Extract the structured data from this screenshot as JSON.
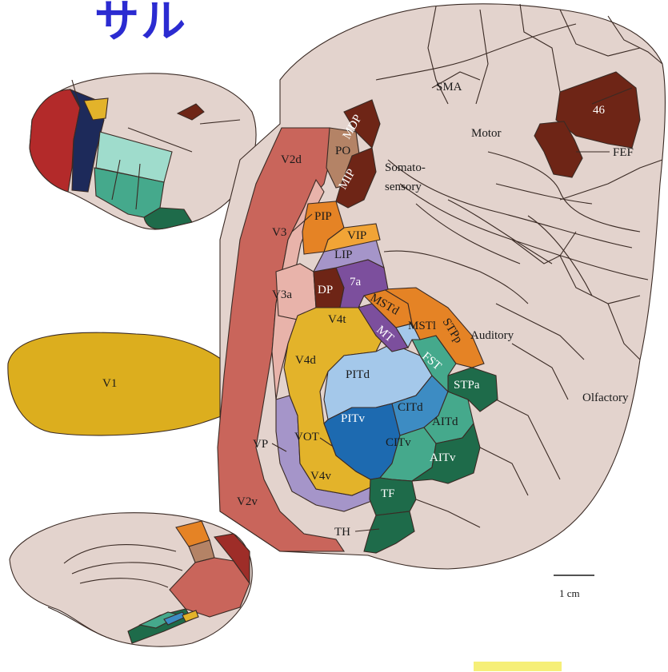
{
  "title": "サル",
  "colors": {
    "background": "#ffffff",
    "cortex": "#e3d3cd",
    "v1": "#dcae1e",
    "v2": "#c9655b",
    "v3": "#e8b3aa",
    "v4": "#e3b32a",
    "vp": "#a595c9",
    "parietal_orange": "#e58325",
    "parietal_purple": "#7c4f9d",
    "dark_brown": "#6e2516",
    "light_brown": "#b48366",
    "light_blue": "#a4c8ea",
    "mid_blue": "#3d8cc3",
    "dark_blue": "#1d6ab0",
    "teal": "#45a98c",
    "dark_green": "#1e6b4a",
    "title": "#2b2bd1",
    "highlight": "#f6ef78"
  },
  "labels": {
    "v1": "V1",
    "v2d": "V2d",
    "v2v": "V2v",
    "v3": "V3",
    "v3a": "V3a",
    "vp": "VP",
    "vot": "VOT",
    "v4t": "V4t",
    "v4d": "V4d",
    "v4v": "V4v",
    "pip": "PIP",
    "vip": "VIP",
    "lip": "LIP",
    "dp": "DP",
    "a7": "7a",
    "po": "PO",
    "mdp": "MDP",
    "mip": "MIP",
    "mstd": "MSTd",
    "msti": "MSTl",
    "mt": "MT",
    "fst": "FST",
    "stpp": "STPp",
    "stpa": "STPa",
    "pitd": "PITd",
    "pitv": "PITv",
    "citd": "CITd",
    "citv": "CITv",
    "aitd": "AITd",
    "aitv": "AITv",
    "tf": "TF",
    "th": "TH",
    "sma": "SMA",
    "motor": "Motor",
    "a46": "46",
    "fef": "FEF",
    "somato1": "Somato-",
    "somato2": "sensory",
    "auditory": "Auditory",
    "olfactory": "Olfactory"
  },
  "scale_bar": {
    "label": "1 cm"
  }
}
